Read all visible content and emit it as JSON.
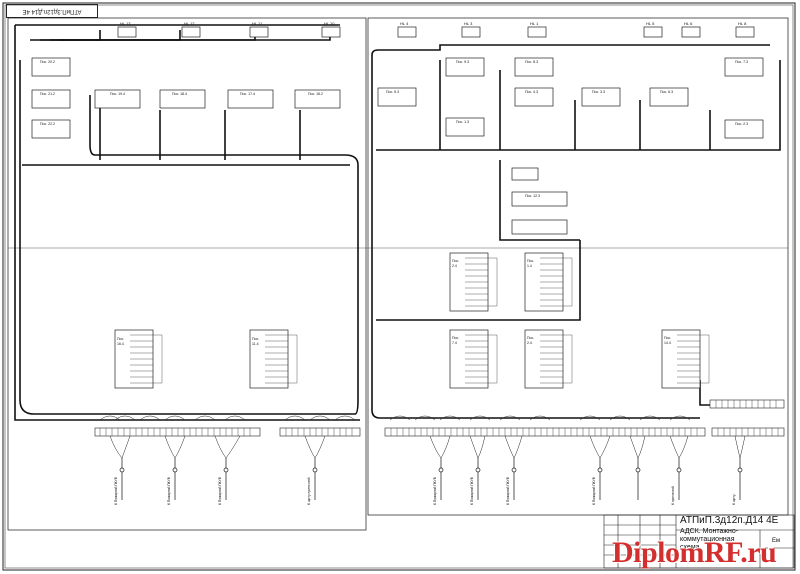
{
  "drawing": {
    "rotated_stamp": "АТПиП.3д12п.Д14 4Е",
    "title_code": "АТПиП.3д12п.Д14 4Е",
    "title_subtitle": "АДСК. Монтажно-коммутационная схема",
    "sheet_label": "Ем"
  },
  "watermark": "DiplomRF.ru",
  "left_panel": {
    "top_blocks": [
      "HL 13",
      "HL 12",
      "HL 11",
      "HL 10"
    ],
    "posts": [
      "Пос. 20.2",
      "Пос. 21.2",
      "Пос. 19.4",
      "Пос. 18.4",
      "Пос. 17.4",
      "Пос. 16.2",
      "Пос. 22.2"
    ],
    "terminal_boxes": [
      "Пос. 16.4",
      "Пос. 11.4"
    ],
    "bottom_labels": [
      "К Пожарной ПКУВ",
      "К Пожарной ПКУВ",
      "К Пожарной ПКУВ",
      "К щиту приточной"
    ]
  },
  "right_panel": {
    "top_blocks": [
      "HL 4",
      "HL 3",
      "HL 1",
      "HL 5",
      "HL 6",
      "HL 8"
    ],
    "posts": [
      "Пос. 9.3",
      "Пос. 8.3",
      "Пос. 7.3",
      "Пос. 5.3",
      "Пос. 4.3",
      "Пос. 3.3",
      "Пос. 6.3",
      "Пос. 1.3",
      "Пос. 2.3",
      "Пос. 12.3"
    ],
    "terminal_boxes": [
      "Пос. 2.4",
      "Пос. 1.4",
      "Пос. 7.4",
      "Пос. 2.4",
      "Пос. 14.4"
    ],
    "bottom_labels": [
      "К Пожарной ПКУВ",
      "К Пожарной ПКУВ",
      "К Пожарной ПКУВ",
      "К Пожарной ПКУВ",
      "К приточной",
      "К щиту"
    ]
  },
  "colors": {
    "ink": "#1a1a1a",
    "watermark": "#d42f2f"
  }
}
